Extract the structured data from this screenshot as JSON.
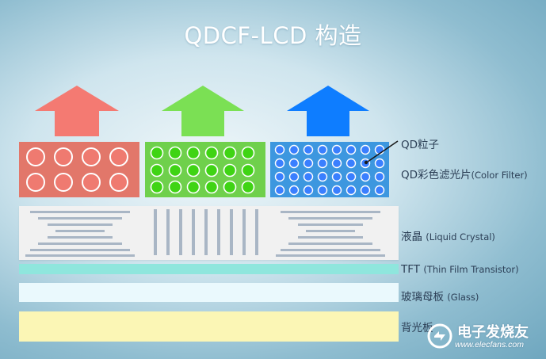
{
  "title": "QDCF-LCD 构造",
  "colors": {
    "red": "#ef7a70",
    "red_dark": "#e2776a",
    "green": "#79e055",
    "green_dark": "#6ccf4b",
    "blue": "#0f7fff",
    "blue_dark": "#3d97df",
    "lc_bars": "#a9b6c5",
    "tft": "#8fe6dd",
    "glass": "#eaf9fd",
    "backlight": "#fbf6b5"
  },
  "pixels": [
    {
      "color": "red",
      "dot_fill": "#ef7a70"
    },
    {
      "color": "green",
      "dot_fill": "#3fd414"
    },
    {
      "color": "blue",
      "dot_fill": "#3a7fff"
    }
  ],
  "labels": {
    "qd": "QD粒子",
    "qdcf_cn": "QD彩色滤光片",
    "qdcf_en": "(Color Filter)",
    "lc_cn": "液晶",
    "lc_en": "(Liquid Crystal)",
    "tft_cn": "TFT",
    "tft_en": "(Thin Film Transistor)",
    "glass_cn": "玻璃母板",
    "glass_en": "(Glass)",
    "backlight_cn": "背光板"
  },
  "watermark": {
    "name": "电子发烧友",
    "url": "www.elecfans.com"
  }
}
